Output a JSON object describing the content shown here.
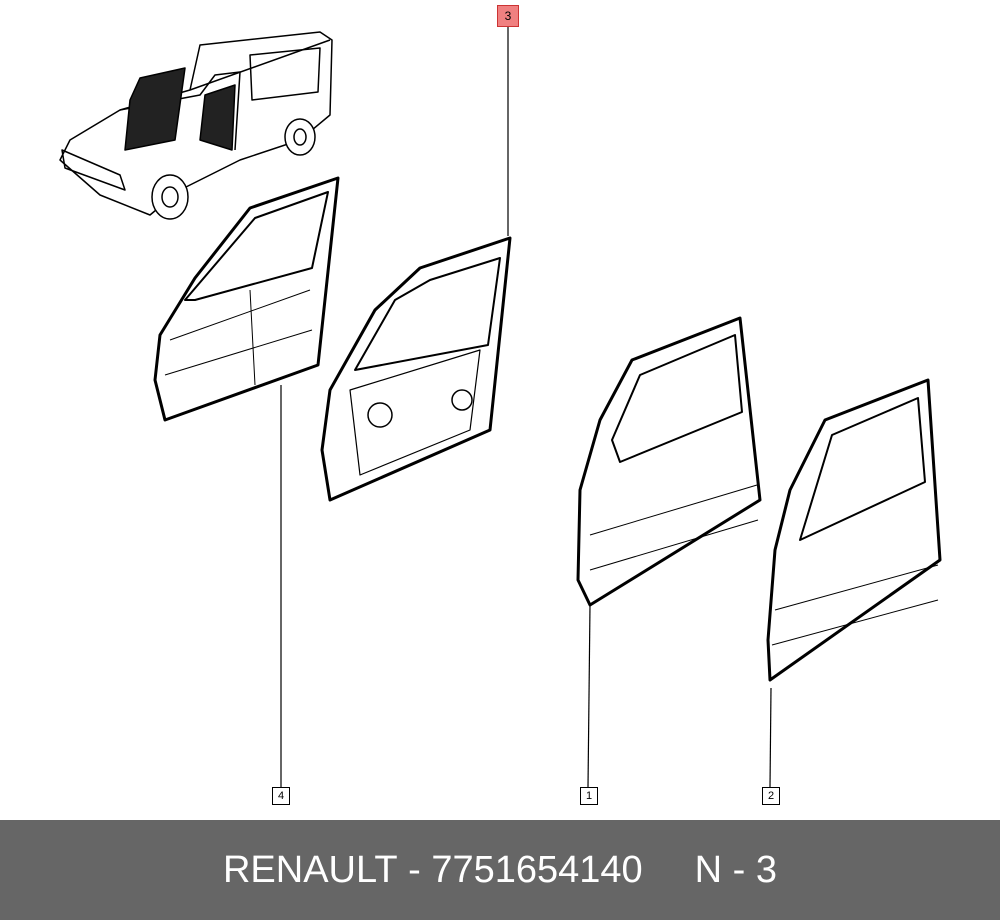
{
  "callouts": {
    "c1": "1",
    "c2": "2",
    "c3": "3",
    "c4": "4"
  },
  "highlight_color": "#f08080",
  "footer": {
    "brand": "RENAULT",
    "separator": " - ",
    "part_number": "7751654140",
    "ref": "N - 3"
  }
}
